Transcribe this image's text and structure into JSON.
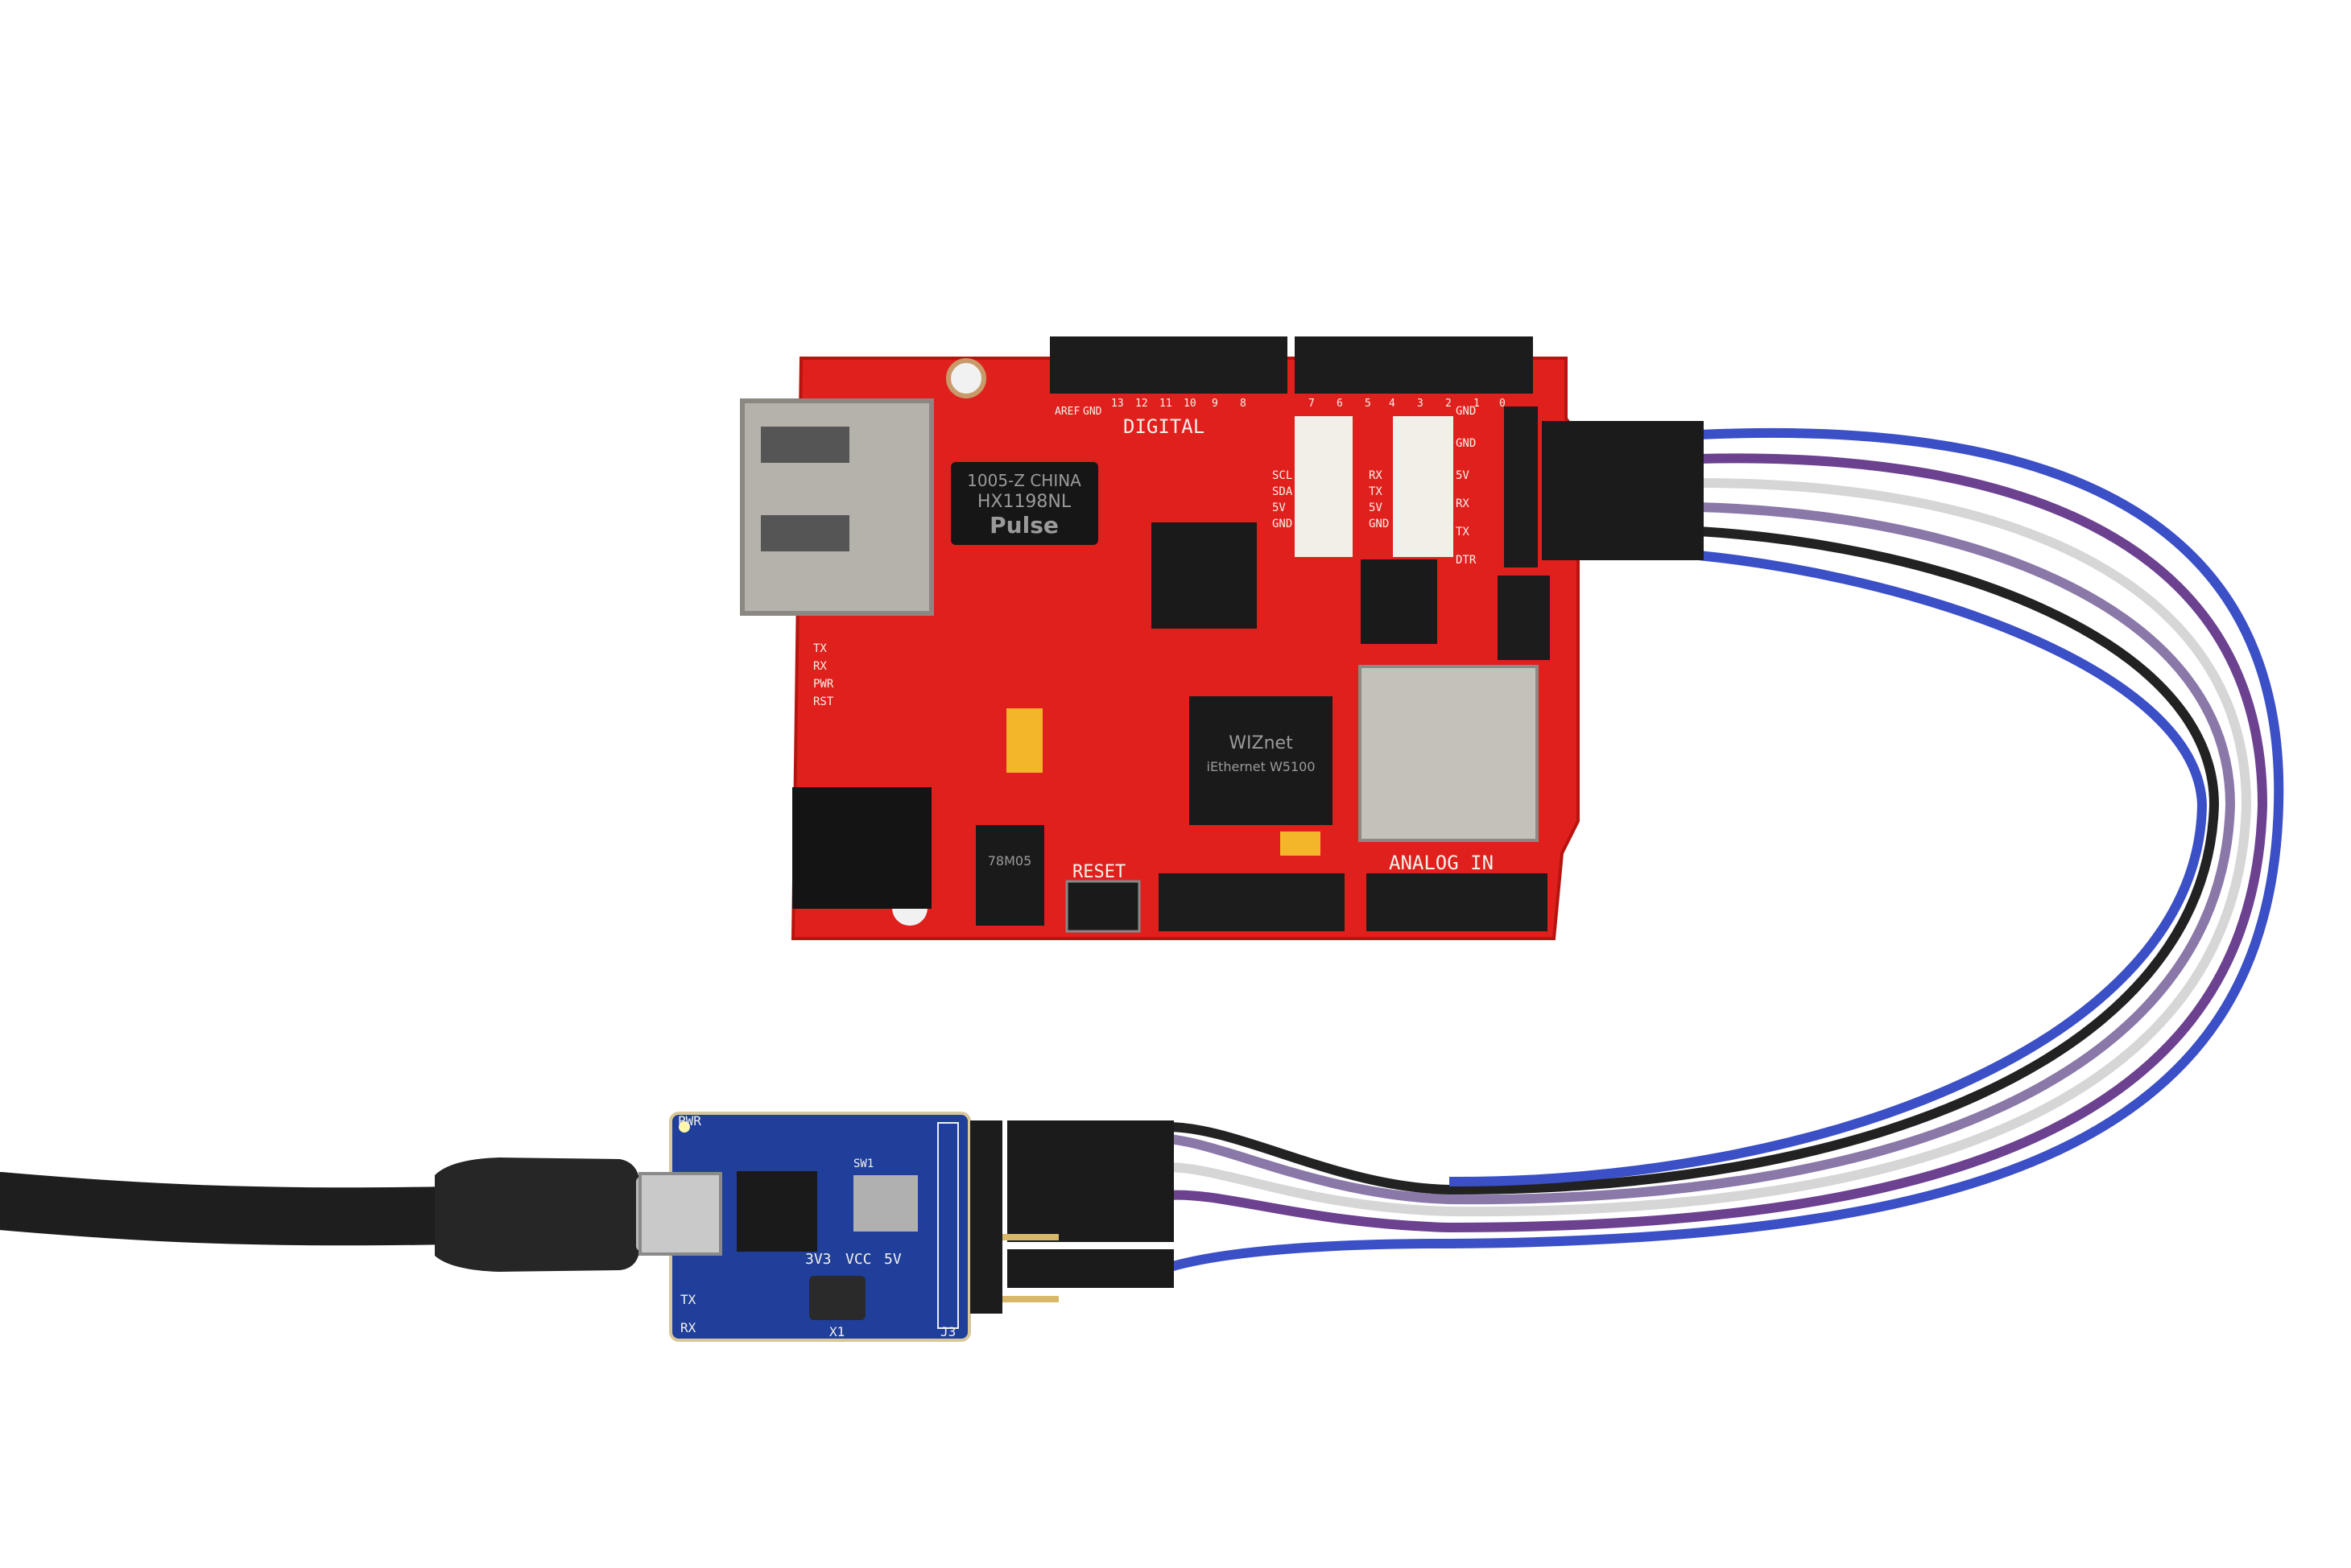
{
  "scene": "photo",
  "colors": {
    "background": "#ffffff",
    "red_board": "#e0201c",
    "blue_board": "#1f3f9a",
    "wire_blue": "#3b4fc6",
    "wire_purple": "#6b4190",
    "wire_white": "#d6d6d6",
    "wire_black": "#222222",
    "cable": "#1e1e1e"
  },
  "red_board": {
    "digital_label": "DIGITAL",
    "analog_label": "ANALOG IN",
    "reset_label": "RESET",
    "transformer": {
      "brand": "Pulse",
      "model": "HX1198NL",
      "lot": "1005-Z CHINA"
    },
    "ethernet_chip": {
      "brand": "WIZnet",
      "model": "iEthernet W5100"
    },
    "regulator": "78M05",
    "top_pins": [
      "AREF",
      "GND",
      "13",
      "12",
      "11",
      "10",
      "9",
      "8",
      "7",
      "6",
      "5",
      "4",
      "3",
      "2",
      "1",
      "0"
    ],
    "uart_pins": [
      "GND",
      "GND",
      "5V",
      "RX",
      "TX",
      "DTR"
    ],
    "i2c_labels": [
      "SCL",
      "SDA",
      "5V",
      "GND"
    ],
    "uart_grove_labels": [
      "RX",
      "TX",
      "5V",
      "GND"
    ],
    "status_leds": [
      "TX",
      "RX",
      "PWR",
      "RST"
    ]
  },
  "blue_board": {
    "pwr_label": "PWR",
    "voltage_labels": [
      "3V3",
      "VCC",
      "5V"
    ],
    "tx_label": "TX",
    "rx_label": "RX",
    "crystal_label": "X1",
    "header_label": "J3",
    "switch_label": "SW1"
  }
}
